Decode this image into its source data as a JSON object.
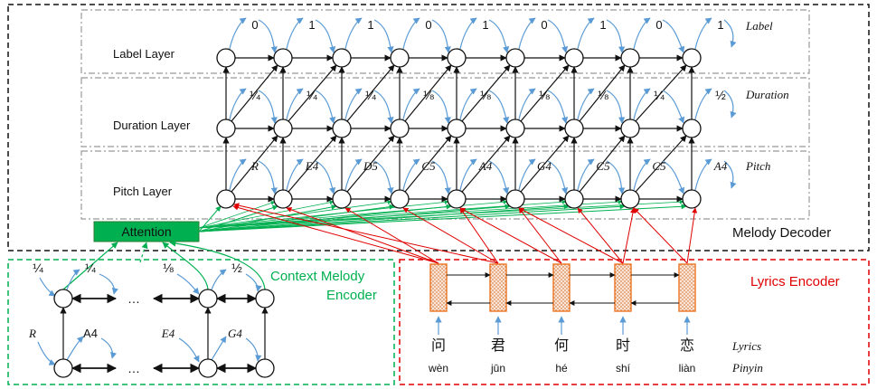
{
  "decoder": {
    "title": "Melody Decoder",
    "layers": {
      "label": "Label Layer",
      "duration": "Duration Layer",
      "pitch": "Pitch Layer"
    },
    "row_tags": {
      "label": "Label",
      "duration": "Duration",
      "pitch": "Pitch"
    },
    "labels": [
      "0",
      "1",
      "1",
      "0",
      "1",
      "0",
      "1",
      "0",
      "1"
    ],
    "durations": [
      "¼",
      "¼",
      "¼",
      "⅛",
      "⅛",
      "⅛",
      "⅛",
      "¼",
      "½"
    ],
    "pitches": [
      "R",
      "E4",
      "D5",
      "C5",
      "A4",
      "G4",
      "C5",
      "C5",
      "A4"
    ]
  },
  "attention": {
    "label": "Attention"
  },
  "context": {
    "title_line1": "Context Melody",
    "title_line2": "Encoder",
    "durations": [
      "¼",
      "¼",
      "⅛",
      "½"
    ],
    "pitches": [
      "R",
      "A4",
      "E4",
      "G4"
    ],
    "ellipsis": "…"
  },
  "lyrics": {
    "title": "Lyrics Encoder",
    "chars": [
      "问",
      "君",
      "何",
      "时",
      "恋"
    ],
    "pinyin": [
      "wèn",
      "jūn",
      "hé",
      "shí",
      "liàn"
    ],
    "tag_lyrics": "Lyrics",
    "tag_pinyin": "Pinyin"
  },
  "colors": {
    "blue": "#5b9bd5",
    "green": "#00b050",
    "red": "#e00000",
    "attention_fill": "#00b050",
    "lyrics_box": "#ed7d31",
    "context_border": "#00b050",
    "lyrics_border": "#e00000"
  }
}
